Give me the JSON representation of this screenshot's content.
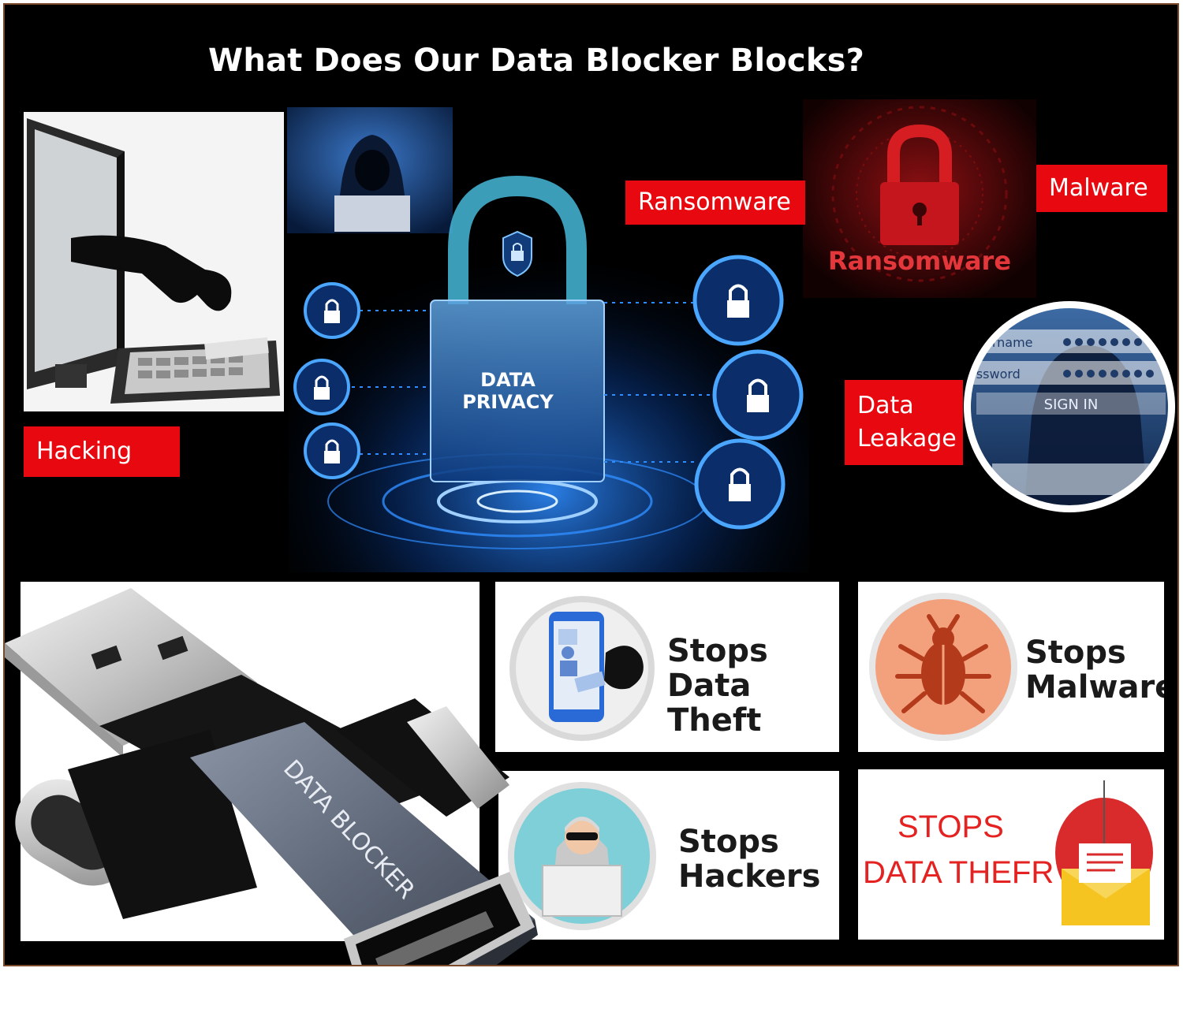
{
  "title": "What Does Our Data Blocker Blocks?",
  "tags": {
    "hacking": "Hacking",
    "ransomware": "Ransomware",
    "malware": "Malware",
    "data_leakage_line1": "Data",
    "data_leakage_line2": "Leakage"
  },
  "center_lock": {
    "line1": "DATA",
    "line2": "PRIVACY"
  },
  "ransomware_image_text": "Ransomware",
  "signin_image": {
    "username": "ername",
    "password": "assword",
    "button": "SIGN IN"
  },
  "product_label": "DATA BLOCKER",
  "cards": {
    "data_theft": {
      "line1": "Stops",
      "line2": "Data Theft"
    },
    "malware": {
      "line1": "Stops",
      "line2": "Malware"
    },
    "hackers": {
      "line1": "Stops",
      "line2": "Hackers"
    },
    "data_thefr": {
      "line1": "STOPS",
      "line2": "DATA THEFR"
    }
  },
  "colors": {
    "tag_red": "#e8080f",
    "background": "#000000",
    "glow_blue": "#2f8dff",
    "card_red": "#e52222"
  },
  "icons": [
    "lock-icon",
    "phone-hand-icon",
    "bug-icon",
    "hacker-icon",
    "phishing-envelope-icon"
  ]
}
